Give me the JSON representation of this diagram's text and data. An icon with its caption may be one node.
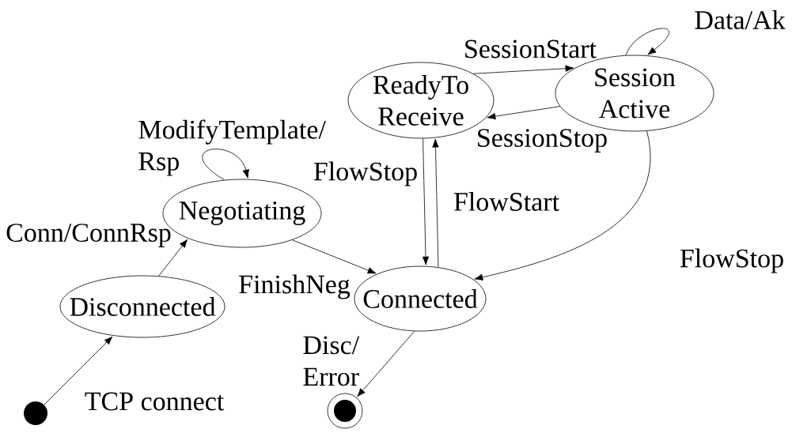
{
  "diagram": {
    "nodes": [
      {
        "text": [
          "Disconnected"
        ]
      },
      {
        "text": [
          "Negotiating"
        ]
      },
      {
        "text": [
          "ReadyTo Receive"
        ]
      },
      {
        "text": [
          "Session Active"
        ]
      },
      {
        "text": [
          "Connected"
        ]
      },
      {
        "text": [],
        "shape": "dot"
      },
      {
        "text": [],
        "shape": "circle"
      }
    ],
    "edges": [
      {
        "from": 5,
        "to": 0,
        "arrow": "to",
        "label": "TCP connect"
      },
      {
        "from": 0,
        "to": 1,
        "arrow": "to",
        "label": "Conn/ConnRsp"
      },
      {
        "from": 1,
        "to": 1,
        "arrow": "to",
        "label": "ModifyTemplate/ Rsp"
      },
      {
        "from": 1,
        "to": 4,
        "arrow": "to",
        "label": "FinishNeg"
      },
      {
        "from": 2,
        "to": 4,
        "arrow": "to",
        "label": "FlowStop"
      },
      {
        "from": 4,
        "to": 2,
        "arrow": "to",
        "label": "FlowStart"
      },
      {
        "from": 2,
        "to": 3,
        "arrow": "to",
        "label": "SessionStart"
      },
      {
        "from": 3,
        "to": 2,
        "arrow": "to",
        "label": "SessionStop"
      },
      {
        "from": 3,
        "to": 3,
        "arrow": "to",
        "label": "Data/Ak"
      },
      {
        "from": 3,
        "to": 4,
        "arrow": "to",
        "label": "FlowStop"
      },
      {
        "from": 4,
        "to": 6,
        "arrow": "to",
        "label": "Disc/ Error"
      }
    ]
  }
}
